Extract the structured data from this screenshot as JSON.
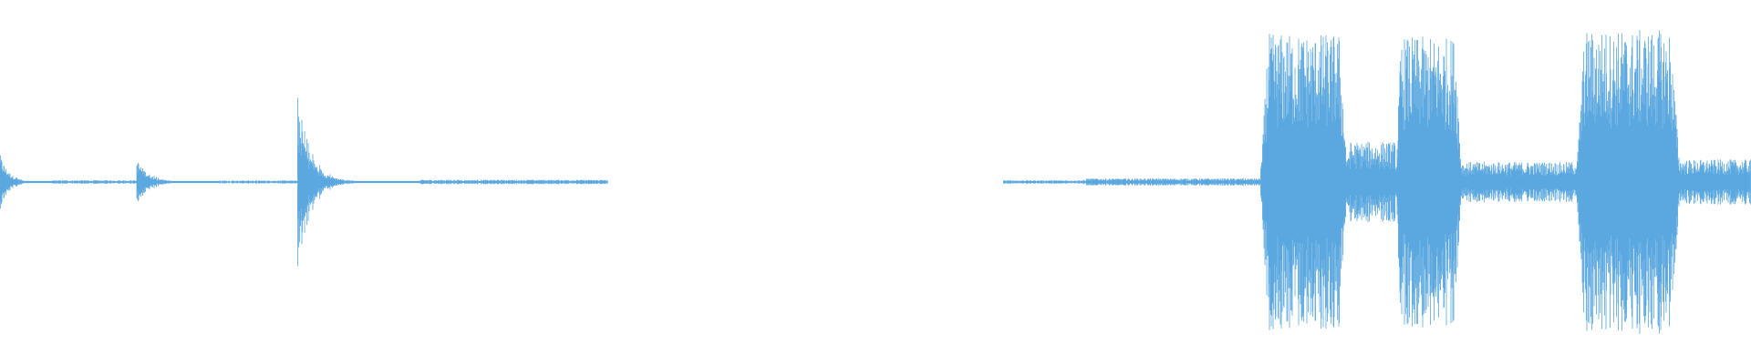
{
  "waveform": {
    "color": "#5ba8e0",
    "background": "#ffffff",
    "segments": [
      {
        "kind": "burst",
        "start": 0.0,
        "end": 0.03,
        "peak": 0.19,
        "decay": 6
      },
      {
        "kind": "hiss",
        "start": 0.03,
        "end": 0.078,
        "level": 0.008
      },
      {
        "kind": "burst",
        "start": 0.078,
        "end": 0.125,
        "peak": 0.16,
        "decay": 7
      },
      {
        "kind": "hiss",
        "start": 0.125,
        "end": 0.17,
        "level": 0.007
      },
      {
        "kind": "burst",
        "start": 0.17,
        "end": 0.24,
        "peak": 0.49,
        "decay": 9
      },
      {
        "kind": "hiss",
        "start": 0.24,
        "end": 0.347,
        "level": 0.01
      },
      {
        "kind": "silence",
        "start": 0.347,
        "end": 0.573
      },
      {
        "kind": "hiss",
        "start": 0.573,
        "end": 0.62,
        "level": 0.008
      },
      {
        "kind": "hiss",
        "start": 0.62,
        "end": 0.72,
        "level": 0.016
      },
      {
        "kind": "block",
        "start": 0.72,
        "end": 0.77,
        "peak": 0.86
      },
      {
        "kind": "hiss",
        "start": 0.77,
        "end": 0.797,
        "level": 0.18
      },
      {
        "kind": "block",
        "start": 0.797,
        "end": 0.835,
        "peak": 0.84
      },
      {
        "kind": "hiss",
        "start": 0.835,
        "end": 0.9,
        "level": 0.09
      },
      {
        "kind": "block",
        "start": 0.9,
        "end": 0.96,
        "peak": 0.88
      },
      {
        "kind": "hiss",
        "start": 0.96,
        "end": 1.0,
        "level": 0.1
      }
    ]
  }
}
